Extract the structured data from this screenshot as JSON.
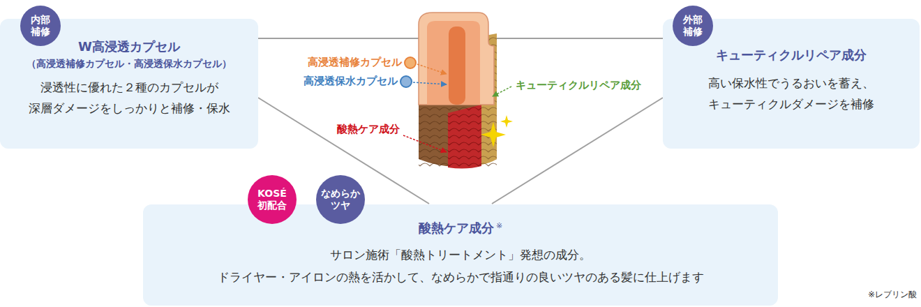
{
  "diagram": {
    "nodes": [
      {
        "text": [
          "W高浸透カプセル",
          "（高浸透補修カプセル・高浸透保水カプセル）",
          "浸透性に優れた２種のカプセルが 深層ダメージをしっかりと補修・保水"
        ]
      },
      {
        "text": [
          "内部 補修"
        ],
        "in": 0
      },
      {
        "text": [
          "キューティクルリペア成分",
          "高い保水性でうるおいを蓄え、 キューティクルダメージを補修"
        ]
      },
      {
        "text": [
          "外部 補修"
        ],
        "in": 2
      },
      {
        "text": [
          "酸熱ケア成分",
          "※",
          "サロン施術「酸熱トリートメント」発想の成分。 ドライヤー・アイロンの熱を活かして、なめらかで指通りの良いツヤのある髪に仕上げます"
        ]
      },
      {
        "text": [
          "KOSÉ 初配合"
        ],
        "in": 4
      },
      {
        "text": [
          "なめらか ツヤ"
        ],
        "in": 4
      }
    ],
    "labels": [
      "高浸透補修カプセル",
      "高浸透保水カプセル",
      "キューティクルリペア成分",
      "酸熱ケア成分",
      "※レブリン酸"
    ]
  }
}
